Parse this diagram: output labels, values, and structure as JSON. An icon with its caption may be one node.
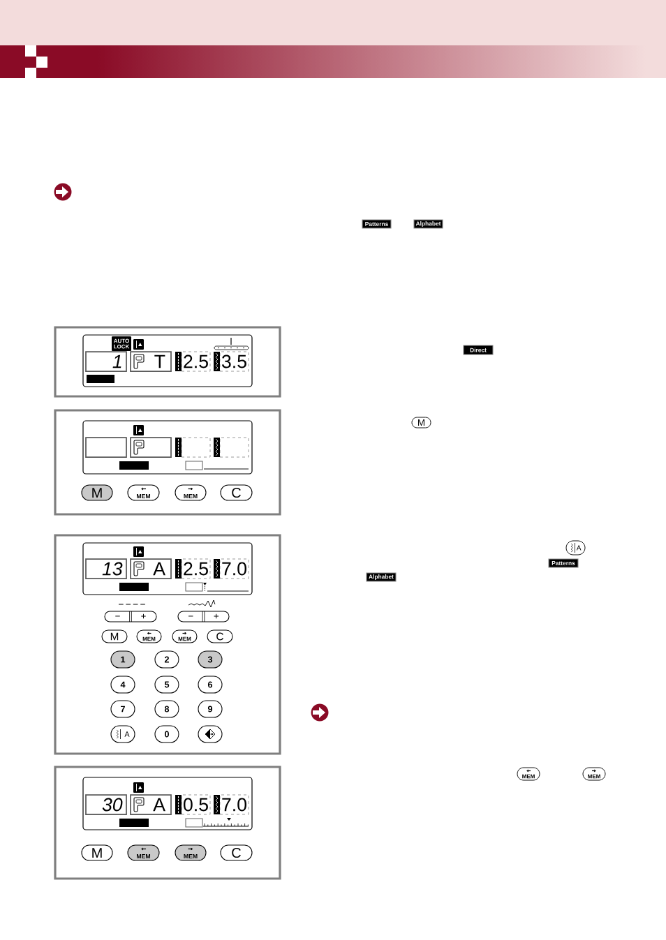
{
  "diagram": {
    "nodes": [
      {
        "text": [],
        "shape": "box"
      },
      {
        "text": [],
        "shape": "box",
        "in": 0
      },
      {
        "text": [
          "AUTO LOCK"
        ],
        "in": 1
      },
      {
        "text": [
          "1"
        ],
        "in": 1
      },
      {
        "text": [
          "T"
        ],
        "in": 1
      },
      {
        "text": [
          "2.5"
        ],
        "in": 1
      },
      {
        "text": [
          "3.5"
        ],
        "in": 1
      },
      {
        "text": [],
        "shape": "box"
      },
      {
        "text": [],
        "shape": "box",
        "in": 7
      },
      {
        "text": [],
        "shape": "box",
        "in": 8
      },
      {
        "text": [],
        "shape": "box",
        "in": 8
      },
      {
        "text": [],
        "shape": "box",
        "in": 8
      },
      {
        "text": [],
        "shape": "box",
        "in": 8
      },
      {
        "text": [
          "M"
        ],
        "in": 7
      },
      {
        "text": [
          "MEM"
        ],
        "in": 7
      },
      {
        "text": [
          "MEM"
        ],
        "in": 7
      },
      {
        "text": [
          "C"
        ],
        "in": 7
      },
      {
        "text": [],
        "shape": "box"
      },
      {
        "text": [],
        "shape": "box",
        "in": 17
      },
      {
        "text": [
          "13"
        ],
        "in": 18
      },
      {
        "text": [
          "A"
        ],
        "in": 18
      },
      {
        "text": [
          "2.5"
        ],
        "in": 18
      },
      {
        "text": [
          "7.0"
        ],
        "in": 18
      },
      {
        "text": [
          "−",
          "+"
        ],
        "in": 17
      },
      {
        "text": [
          "−",
          "+"
        ],
        "in": 17
      },
      {
        "text": [
          "M"
        ],
        "in": 17
      },
      {
        "text": [
          "MEM"
        ],
        "in": 17
      },
      {
        "text": [
          "MEM"
        ],
        "in": 17
      },
      {
        "text": [
          "C"
        ],
        "in": 17
      },
      {
        "text": [
          "1"
        ],
        "in": 17
      },
      {
        "text": [
          "2"
        ],
        "in": 17
      },
      {
        "text": [
          "3"
        ],
        "in": 17
      },
      {
        "text": [
          "4"
        ],
        "in": 17
      },
      {
        "text": [
          "5"
        ],
        "in": 17
      },
      {
        "text": [
          "6"
        ],
        "in": 17
      },
      {
        "text": [
          "7"
        ],
        "in": 17
      },
      {
        "text": [
          "8"
        ],
        "in": 17
      },
      {
        "text": [
          "9"
        ],
        "in": 17
      },
      {
        "text": [
          "A"
        ],
        "in": 17
      },
      {
        "text": [
          "0"
        ],
        "in": 17
      },
      {
        "text": [],
        "shape": "circle",
        "in": 17
      },
      {
        "text": [],
        "shape": "box"
      },
      {
        "text": [],
        "shape": "box",
        "in": 41
      },
      {
        "text": [
          "30"
        ],
        "in": 42
      },
      {
        "text": [
          "A"
        ],
        "in": 42
      },
      {
        "text": [
          "0.5"
        ],
        "in": 42
      },
      {
        "text": [
          "7.0"
        ],
        "in": 42
      },
      {
        "text": [
          "M"
        ],
        "in": 41
      },
      {
        "text": [
          "MEM"
        ],
        "in": 41
      },
      {
        "text": [
          "MEM"
        ],
        "in": 41
      },
      {
        "text": [
          "C"
        ],
        "in": 41
      }
    ],
    "labels": [
      "Patterns",
      "Alphabet",
      "Direct",
      "M",
      "A",
      "Patterns",
      "Alphabet",
      "MEM",
      "MEM"
    ]
  }
}
